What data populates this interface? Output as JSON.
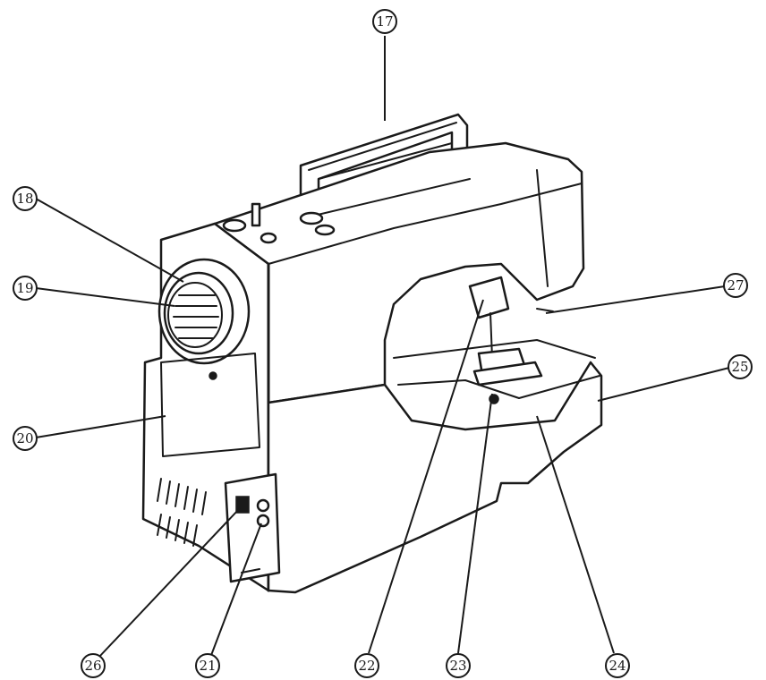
{
  "callouts": [
    {
      "id": "17",
      "label": "17"
    },
    {
      "id": "18",
      "label": "18"
    },
    {
      "id": "19",
      "label": "19"
    },
    {
      "id": "20",
      "label": "20"
    },
    {
      "id": "21",
      "label": "21"
    },
    {
      "id": "22",
      "label": "22"
    },
    {
      "id": "23",
      "label": "23"
    },
    {
      "id": "24",
      "label": "24"
    },
    {
      "id": "25",
      "label": "25"
    },
    {
      "id": "26",
      "label": "26"
    },
    {
      "id": "27",
      "label": "27"
    }
  ]
}
